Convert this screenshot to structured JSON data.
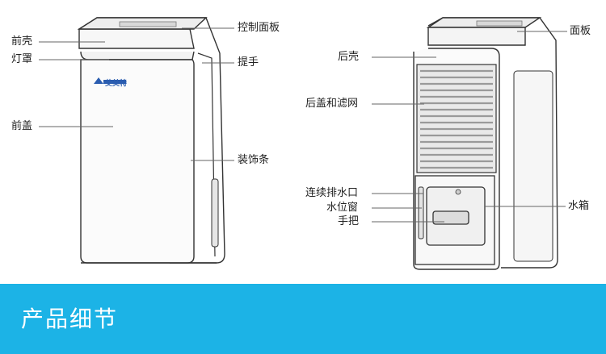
{
  "front_view": {
    "brand": "艾美特",
    "labels": {
      "front_shell": "前壳",
      "light_cover": "灯罩",
      "front_cover": "前盖",
      "control_panel": "控制面板",
      "handle": "提手",
      "trim_strip": "装饰条"
    }
  },
  "back_view": {
    "labels": {
      "panel": "面板",
      "rear_shell": "后壳",
      "rear_cover_filter": "后盖和滤网",
      "drain_outlet": "连续排水口",
      "water_window": "水位窗",
      "grip": "手把",
      "water_tank": "水箱"
    }
  },
  "banner": {
    "title": "产品细节",
    "color": "#1cb3e6"
  }
}
